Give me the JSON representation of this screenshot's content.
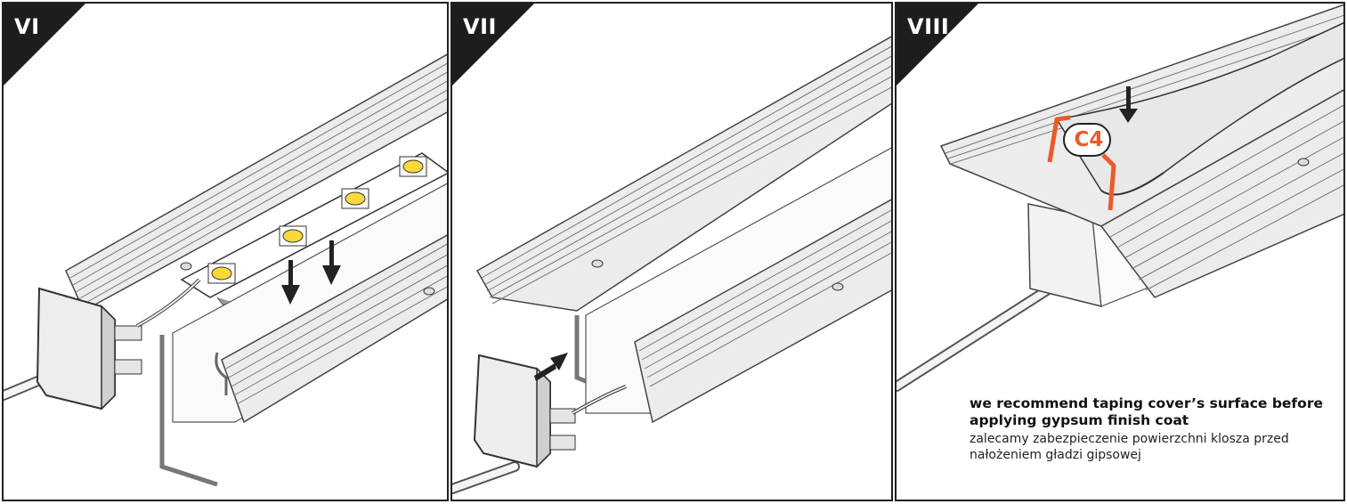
{
  "panels": [
    {
      "step": "VI"
    },
    {
      "step": "VII"
    },
    {
      "step": "VIII",
      "part_label": "C4",
      "note_en": "we recommend taping cover’s surface before applying gypsum finish coat",
      "note_pl": "zalecamy zabezpieczenie powierzchni klosza przed nałożeniem gładzi gipsowej"
    }
  ],
  "colors": {
    "frame": "#222222",
    "accent": "#ec5a2a",
    "led": "#f7d93a",
    "corner": "#1d1d1d"
  }
}
